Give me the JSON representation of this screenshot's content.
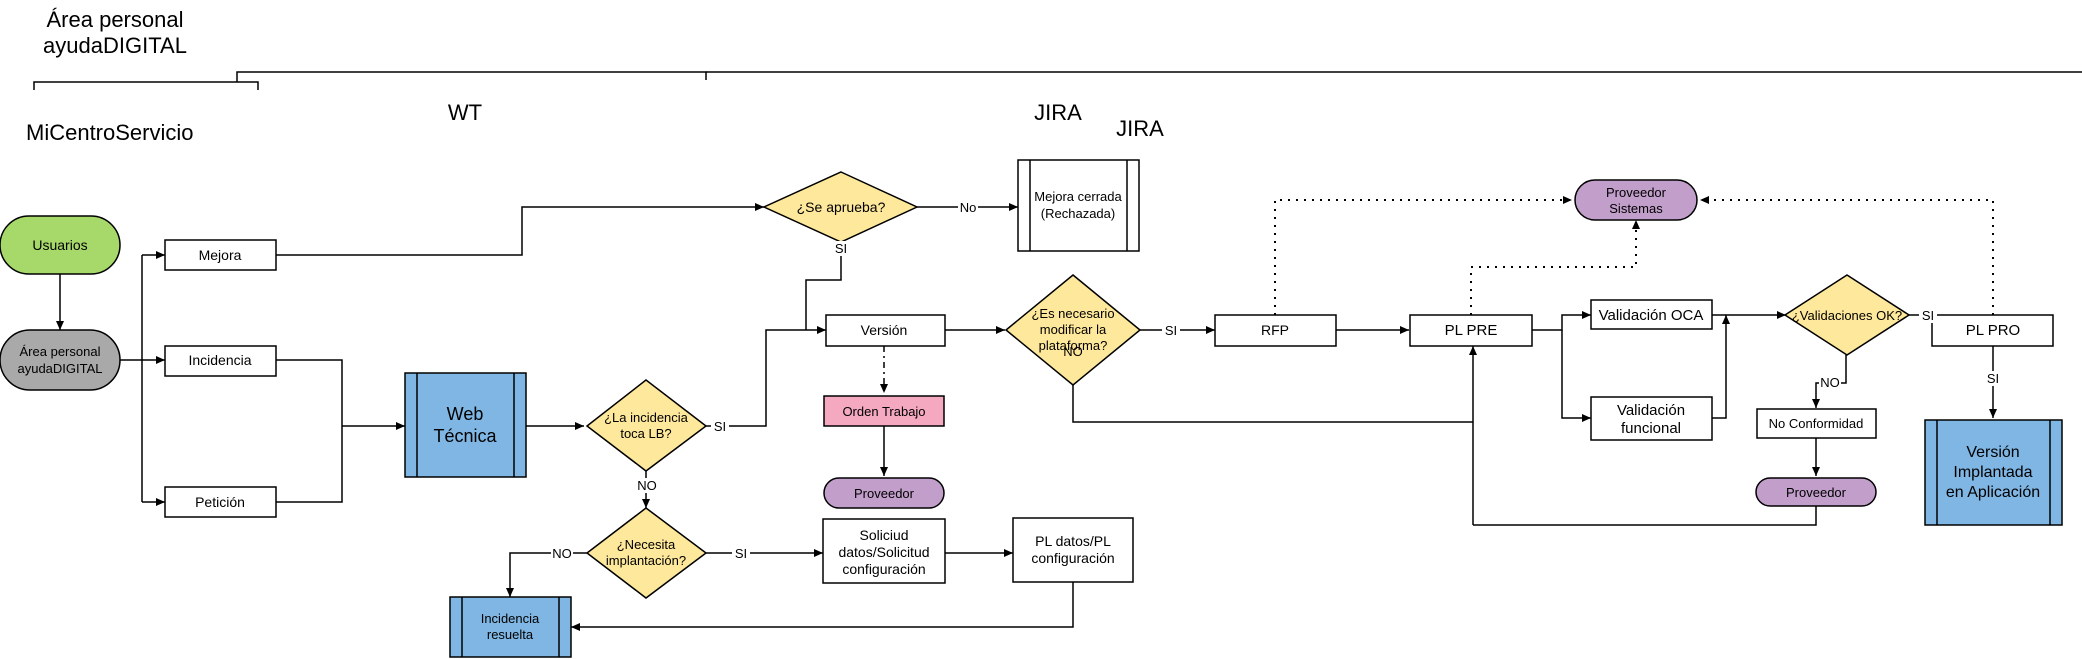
{
  "headers": {
    "area_line1": "Área personal",
    "area_line2": "ayudaDIGITAL",
    "micentro": "MiCentroServicio",
    "wt": "WT",
    "jira1": "JIRA",
    "jira2": "JIRA"
  },
  "nodes": {
    "usuarios": "Usuarios",
    "area_l1": "Área personal",
    "area_l2": "ayudaDIGITAL",
    "mejora": "Mejora",
    "incidencia": "Incidencia",
    "peticion": "Petición",
    "web_l1": "Web",
    "web_l2": "Técnica",
    "se_aprueba": "¿Se aprueba?",
    "mejora_cerrada_l1": "Mejora cerrada",
    "mejora_cerrada_l2": "(Rechazada)",
    "toca_lb_l1": "¿La incidencia",
    "toca_lb_l2": "toca LB?",
    "version": "Versión",
    "orden_trabajo": "Orden Trabajo",
    "proveedor": "Proveedor",
    "necesita_l1": "¿Necesita",
    "necesita_l2": "implantación?",
    "solicitud_l1": "Soliciud",
    "solicitud_l2": "datos/Solicitud",
    "solicitud_l3": "configuración",
    "pl_datos_l1": "PL datos/PL",
    "pl_datos_l2": "configuración",
    "incidencia_resuelta_l1": "Incidencia",
    "incidencia_resuelta_l2": "resuelta",
    "es_necesario_l1": "¿Es necesario",
    "es_necesario_l2": "modificar la",
    "es_necesario_l3": "plataforma?",
    "rfp": "RFP",
    "pl_pre": "PL PRE",
    "proveedor_sistemas_l1": "Proveedor",
    "proveedor_sistemas_l2": "Sistemas",
    "validacion_oca": "Validación OCA",
    "validacion_funcional_l1": "Validación",
    "validacion_funcional_l2": "funcional",
    "validaciones_ok": "¿Validaciones OK?",
    "no_conformidad": "No Conformidad",
    "proveedor2": "Proveedor",
    "pl_pro": "PL PRO",
    "version_impl_l1": "Versión",
    "version_impl_l2": "Implantada",
    "version_impl_l3": "en Aplicación"
  },
  "edge_labels": {
    "no_rechazo": "No",
    "si_aprueba": "SI",
    "si_lb": "SI",
    "no_lb": "NO",
    "no_implant": "NO",
    "si_implant": "SI",
    "si_plataforma": "SI",
    "no_plataforma": "NO",
    "si_validaciones": "SI",
    "no_validaciones": "NO",
    "si_pro": "SI"
  }
}
